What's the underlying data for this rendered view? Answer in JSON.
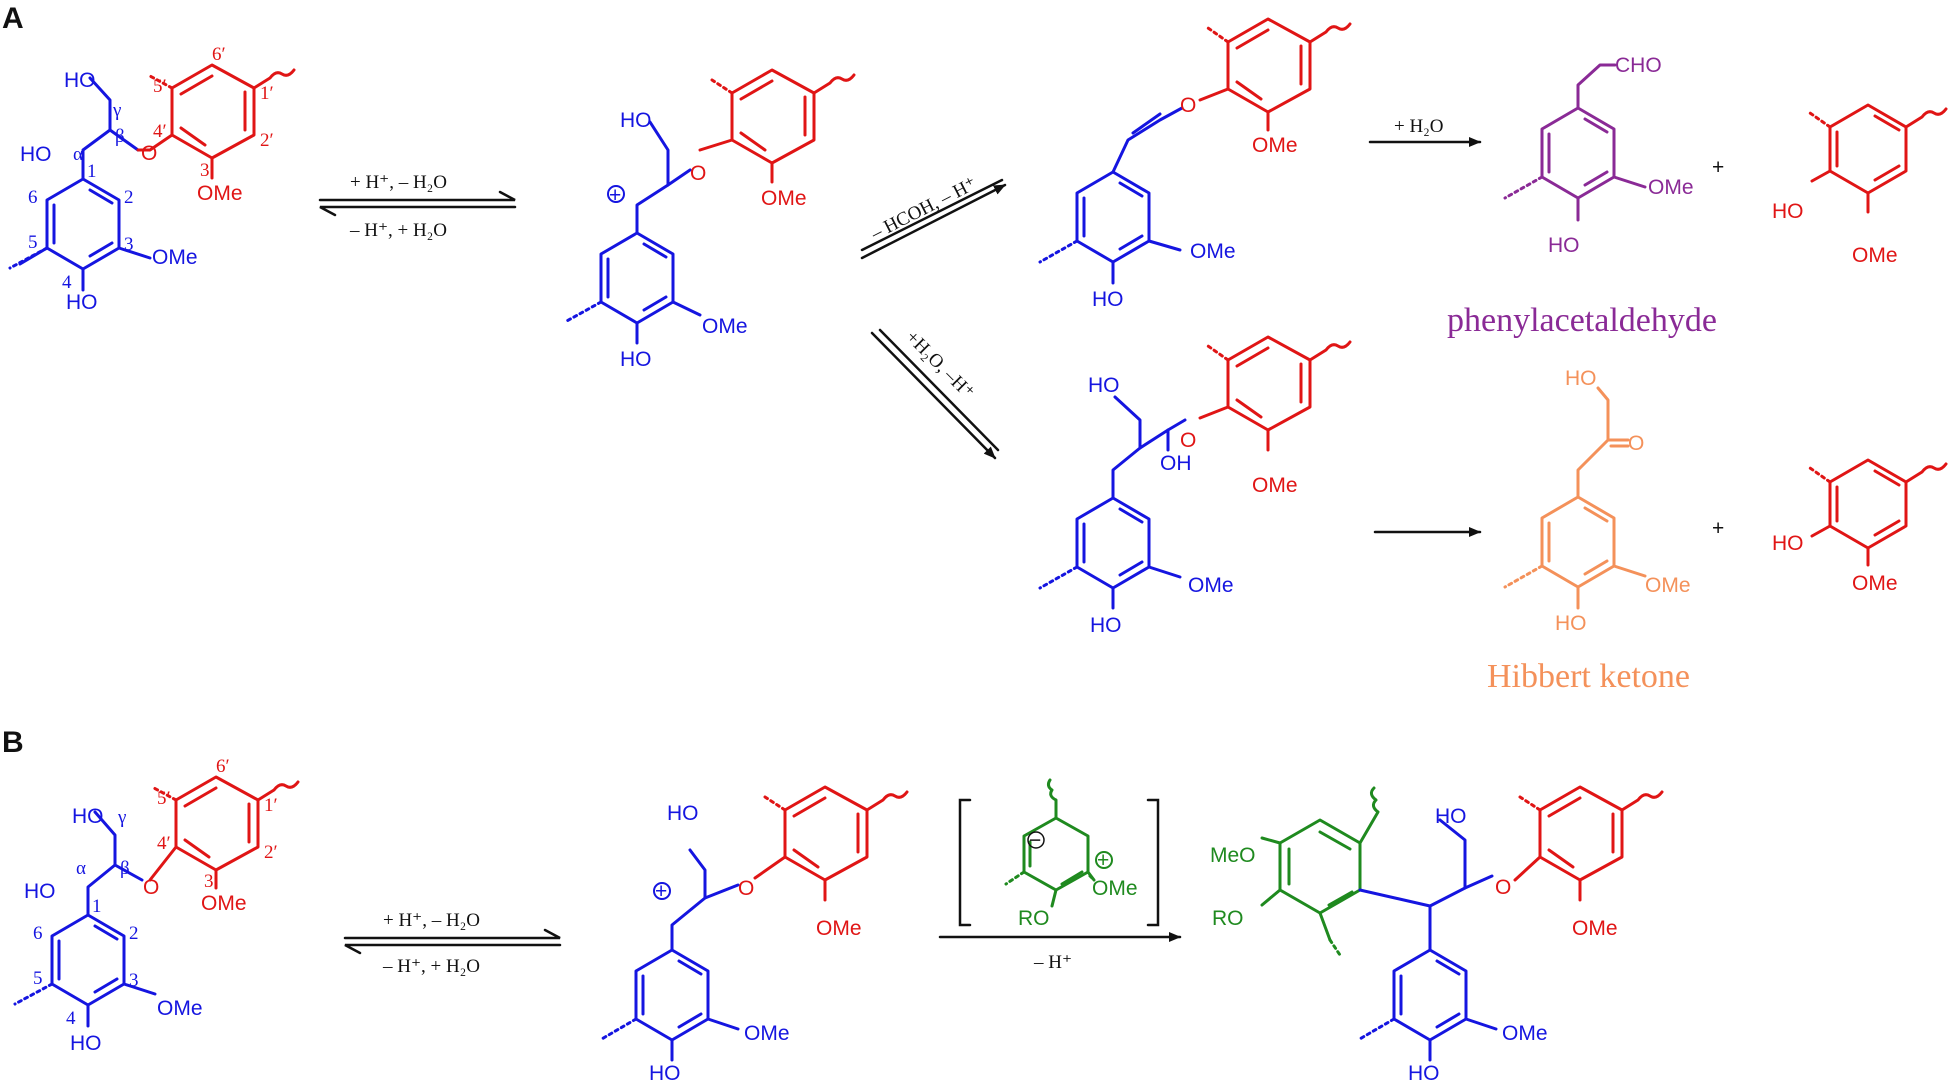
{
  "panels": {
    "a": "A",
    "b": "B"
  },
  "atoms": {
    "OH": "OH",
    "HO": "HO",
    "O": "O",
    "OMe": "OMe",
    "CHO": "CHO",
    "MeO": "MeO",
    "RO": "RO"
  },
  "positions": {
    "alpha": "α",
    "beta": "β",
    "gamma": "γ",
    "c1": "1",
    "c2": "2",
    "c3": "3",
    "c4": "4",
    "c5": "5",
    "c6": "6",
    "p1": "1′",
    "p2": "2′",
    "p3": "3′",
    "p4": "4′",
    "p5": "5′",
    "p6": "6′"
  },
  "symbols": {
    "cation": "+",
    "anion": "−"
  },
  "arrows": {
    "fwd": "+ H⁺, – H₂O",
    "rev": "– H⁺, + H₂O",
    "loss_hcoh": "– HCOH, – H⁺",
    "add_water": "+H₂O, –H⁺",
    "water": "+ H₂O",
    "minus_h": "– H⁺"
  },
  "plus": "+",
  "products": {
    "phenylacetaldehyde": "phenylacetaldehyde",
    "hibbert": "Hibbert ketone"
  },
  "colors": {
    "guaiacyl_a": "#1515e0",
    "guaiacyl_b": "#e01515",
    "aldehyde": "#8a2a96",
    "ketone": "#f4915a",
    "nucleophile": "#1f8a1f"
  }
}
